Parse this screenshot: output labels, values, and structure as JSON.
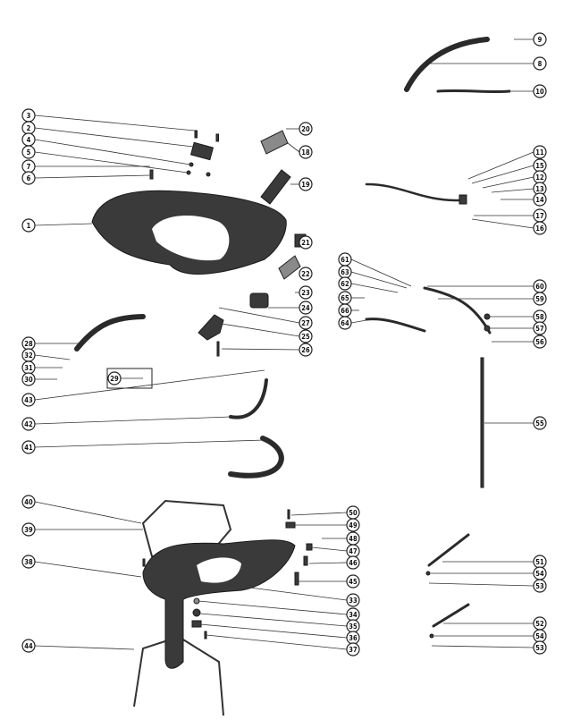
{
  "diagram": {
    "title": "",
    "callouts": [
      "3",
      "2",
      "4",
      "5",
      "7",
      "6",
      "1",
      "28",
      "32",
      "31",
      "30",
      "29",
      "43",
      "42",
      "41",
      "40",
      "39",
      "38",
      "44",
      "20",
      "18",
      "19",
      "21",
      "22",
      "23",
      "24",
      "27",
      "25",
      "26",
      "9",
      "8",
      "10",
      "11",
      "15",
      "12",
      "13",
      "14",
      "17",
      "16",
      "61",
      "63",
      "62",
      "65",
      "66",
      "64",
      "60",
      "59",
      "58",
      "57",
      "56",
      "55",
      "50",
      "49",
      "48",
      "47",
      "46",
      "45",
      "33",
      "34",
      "35",
      "36",
      "37",
      "51",
      "54",
      "53",
      "52",
      "54",
      "53"
    ]
  }
}
